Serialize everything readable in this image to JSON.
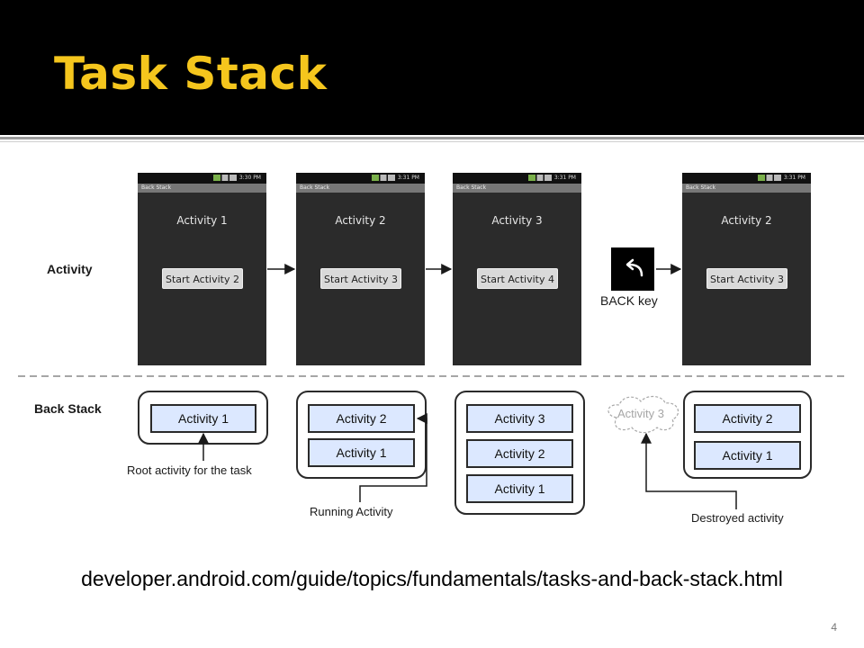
{
  "slide": {
    "title": "Task Stack",
    "caption": "developer.android.com/guide/topics/fundamentals/tasks-and-back-stack.html",
    "page_number": "4"
  },
  "row_labels": {
    "activity": "Activity",
    "back_stack": "Back Stack"
  },
  "phones": [
    {
      "time": "3:30 PM",
      "appbar": "Back Stack",
      "heading": "Activity 1",
      "button": "Start Activity 2"
    },
    {
      "time": "3:31 PM",
      "appbar": "Back Stack",
      "heading": "Activity 2",
      "button": "Start Activity 3"
    },
    {
      "time": "3:31 PM",
      "appbar": "Back Stack",
      "heading": "Activity 3",
      "button": "Start Activity 4"
    },
    {
      "time": "3:31 PM",
      "appbar": "Back Stack",
      "heading": "Activity 2",
      "button": "Start Activity 3"
    }
  ],
  "back_key": {
    "label": "BACK key",
    "icon": "back-arrow-icon"
  },
  "stacks": [
    {
      "items": [
        "Activity 1"
      ]
    },
    {
      "items": [
        "Activity 2",
        "Activity 1"
      ]
    },
    {
      "items": [
        "Activity 3",
        "Activity 2",
        "Activity 1"
      ]
    },
    {
      "items": [
        "Activity 2",
        "Activity 1"
      ]
    }
  ],
  "destroyed_item": "Activity 3",
  "annotations": {
    "root": "Root activity for the task",
    "running": "Running Activity",
    "destroyed": "Destroyed activity"
  },
  "colors": {
    "title": "#f5c61d",
    "title_bar": "#000000",
    "stack_box_fill": "#dce8ff",
    "phone_screen": "#2b2b2b"
  }
}
